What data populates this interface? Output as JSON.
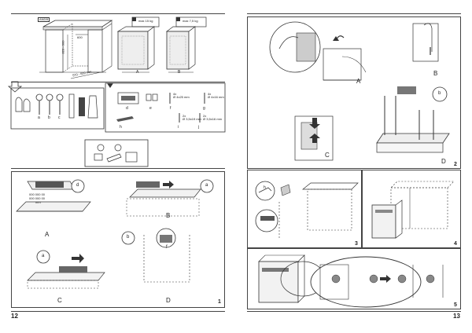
{
  "pages": {
    "left": {
      "page_number": "12",
      "top_figure": {
        "badge": "ANDB",
        "dims_cabinet": [
          "820 - 900",
          "600",
          "570 - 600 mm"
        ],
        "dims_appliance_a": [
          "max 15 kg",
          "A"
        ],
        "dims_appliance_b": [
          "max 7,5 kg",
          "B"
        ]
      },
      "tools": [
        "a",
        "b",
        "c"
      ],
      "parts": {
        "labels": [
          "d",
          "e",
          "f",
          "g",
          "h",
          "i",
          "j"
        ],
        "screw_f": "4x\nØ 4x25 mm",
        "screw_g": "4x\nØ 4x16 mm",
        "screw_i": "2x\nØ 3,5x19 mm",
        "screw_j": "2x\nØ 3,5x16 mm"
      },
      "panel1": {
        "step_labels": [
          "A",
          "B",
          "C",
          "D"
        ],
        "panel_number": "1",
        "callouts": [
          "d",
          "a",
          "a",
          "b",
          "f"
        ],
        "mini_text": [
          "000 000 00",
          "000 000 00",
          "mm"
        ]
      }
    },
    "right": {
      "page_number": "13",
      "panel2": {
        "step_labels": [
          "A",
          "B",
          "C",
          "D"
        ],
        "panel_number": "2",
        "callouts": [
          "b"
        ]
      },
      "panel3": {
        "panel_number": "3",
        "callouts": [
          "h"
        ]
      },
      "panel4": {
        "panel_number": "4"
      },
      "panel5": {
        "panel_number": "5"
      }
    }
  }
}
